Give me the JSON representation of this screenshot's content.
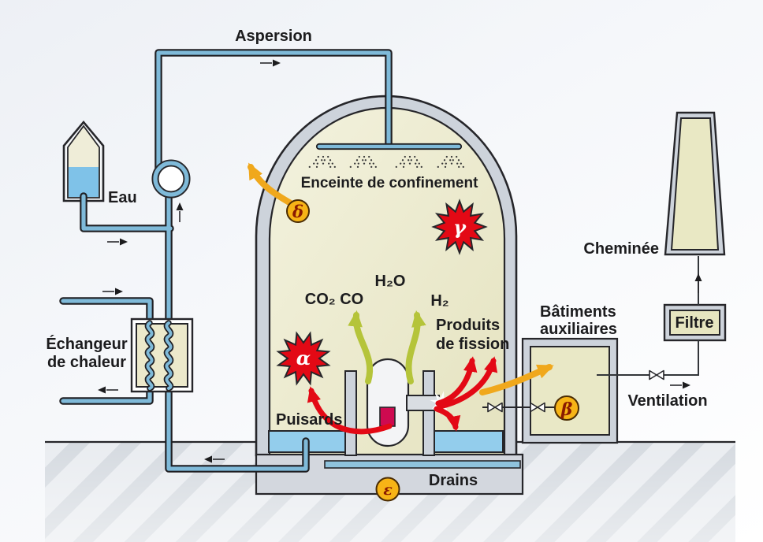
{
  "labels": {
    "aspersion": "Aspersion",
    "eau": "Eau",
    "heat_exchanger_line1": "Échangeur",
    "heat_exchanger_line2": "de chaleur",
    "containment": "Enceinte de confinement",
    "h2o": "H₂O",
    "co2_co": "CO₂ CO",
    "h2": "H₂",
    "fission_line1": "Produits",
    "fission_line2": "de fission",
    "sumps": "Puisards",
    "drains": "Drains",
    "aux_line1": "Bâtiments",
    "aux_line2": "auxiliaires",
    "chimney": "Cheminée",
    "filter": "Filtre",
    "ventilation": "Ventilation"
  },
  "markers": {
    "alpha": "α",
    "beta": "β",
    "gamma": "γ",
    "delta": "δ",
    "epsilon": "ε"
  },
  "colors": {
    "pipe_blue": "#7fbad9",
    "water_blue": "#93cdec",
    "tank_water": "#7fc2e8",
    "containment_fill": "#eae8c9",
    "wall_gray": "#cdd3db",
    "slab_gray": "#d3d7de",
    "burst_red": "#e30915",
    "core_red": "#ce0a50",
    "badge_amber": "#f7b416",
    "arrow_amber": "#f0a81c",
    "arrow_green": "#b5c43a",
    "outline": "#26262a"
  }
}
